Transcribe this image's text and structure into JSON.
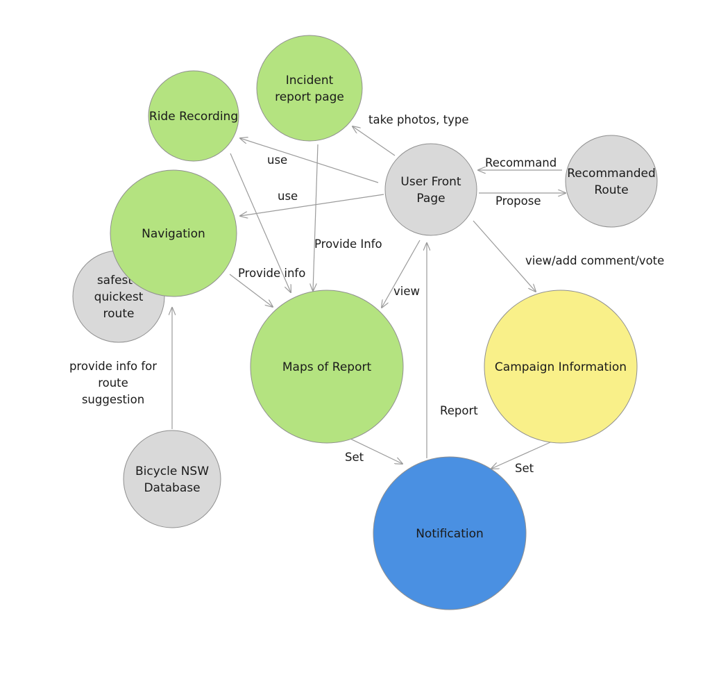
{
  "colors": {
    "green": "#b4e380",
    "gray": "#d9d9d9",
    "yellow": "#f9f089",
    "blue": "#4a90e2",
    "edge": "#9a9a9a"
  },
  "nodes": [
    {
      "id": "safest-route",
      "lines": [
        "safest /",
        "quickest",
        "route"
      ],
      "color": "gray"
    },
    {
      "id": "ride-recording",
      "lines": [
        "Ride Recording"
      ],
      "color": "green"
    },
    {
      "id": "incident-report",
      "lines": [
        "Incident",
        "report page"
      ],
      "color": "green"
    },
    {
      "id": "navigation",
      "lines": [
        "Navigation"
      ],
      "color": "green"
    },
    {
      "id": "user-front-page",
      "lines": [
        "User Front",
        "Page"
      ],
      "color": "gray"
    },
    {
      "id": "recommanded-route",
      "lines": [
        "Recommanded",
        "Route"
      ],
      "color": "gray"
    },
    {
      "id": "maps-of-report",
      "lines": [
        "Maps of Report"
      ],
      "color": "green"
    },
    {
      "id": "campaign-information",
      "lines": [
        "Campaign Information"
      ],
      "color": "yellow"
    },
    {
      "id": "bicycle-nsw-database",
      "lines": [
        "Bicycle NSW",
        "Database"
      ],
      "color": "gray"
    },
    {
      "id": "notification",
      "lines": [
        "Notification"
      ],
      "color": "blue"
    }
  ],
  "edges": [
    {
      "id": "front-to-incident",
      "from": "user-front-page",
      "to": "incident-report"
    },
    {
      "id": "front-to-ride",
      "from": "user-front-page",
      "to": "ride-recording"
    },
    {
      "id": "front-to-navigation",
      "from": "user-front-page",
      "to": "navigation"
    },
    {
      "id": "recommanded-to-front",
      "from": "recommanded-route",
      "to": "user-front-page"
    },
    {
      "id": "front-to-recommanded",
      "from": "user-front-page",
      "to": "recommanded-route"
    },
    {
      "id": "front-to-maps",
      "from": "user-front-page",
      "to": "maps-of-report"
    },
    {
      "id": "front-to-campaign",
      "from": "user-front-page",
      "to": "campaign-information"
    },
    {
      "id": "ride-to-maps",
      "from": "ride-recording",
      "to": "maps-of-report"
    },
    {
      "id": "incident-to-maps",
      "from": "incident-report",
      "to": "maps-of-report"
    },
    {
      "id": "navigation-to-maps",
      "from": "navigation",
      "to": "maps-of-report"
    },
    {
      "id": "database-to-navigation",
      "from": "bicycle-nsw-database",
      "to": "navigation"
    },
    {
      "id": "maps-to-notification",
      "from": "maps-of-report",
      "to": "notification"
    },
    {
      "id": "campaign-to-notification",
      "from": "campaign-information",
      "to": "notification"
    },
    {
      "id": "notification-to-front",
      "from": "notification",
      "to": "user-front-page"
    }
  ],
  "edge_labels": {
    "take_photos": "take photos, type",
    "use_ride": "use",
    "use_navigation": "use",
    "recommand": "Recommand",
    "propose": "Propose",
    "provide_info_incident": "Provide Info",
    "provide_info_navigation": "Provide info",
    "view": "view",
    "view_add_comment": "view/add comment/vote",
    "provide_route_info": [
      "provide info for",
      "route",
      "suggestion"
    ],
    "report": "Report",
    "set_maps": "Set",
    "set_campaign": "Set"
  }
}
